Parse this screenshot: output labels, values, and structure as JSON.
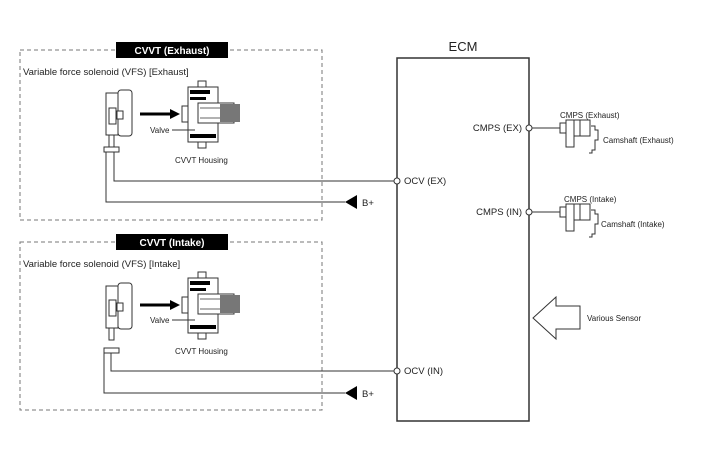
{
  "ecm": {
    "title": "ECM"
  },
  "groups": [
    {
      "header": "CVVT (Exhaust)",
      "subtitle": "Variable force solenoid (VFS) [Exhaust]",
      "valve_label": "Valve",
      "housing_label": "CVVT Housing",
      "power_label": "B+",
      "ecm_pin": "OCV (EX)"
    },
    {
      "header": "CVVT (Intake)",
      "subtitle": "Variable force solenoid (VFS) [Intake]",
      "valve_label": "Valve",
      "housing_label": "CVVT Housing",
      "power_label": "B+",
      "ecm_pin": "OCV (IN)"
    }
  ],
  "sensors": [
    {
      "ecm_pin": "CMPS (EX)",
      "sensor_label": "CMPS (Exhaust)",
      "camshaft_label": "Camshaft (Exhaust)"
    },
    {
      "ecm_pin": "CMPS (IN)",
      "sensor_label": "CMPS (Intake)",
      "camshaft_label": "Camshaft (Intake)"
    }
  ],
  "various_sensor": {
    "label": "Various Sensor"
  },
  "icons": {
    "solenoid": "solenoid-icon",
    "housing": "cvvt-housing-icon",
    "cmps": "cam-sensor-icon",
    "camshaft": "camshaft-icon",
    "arrow_in": "hollow-left-arrow-icon",
    "power": "battery-triangle-icon"
  }
}
